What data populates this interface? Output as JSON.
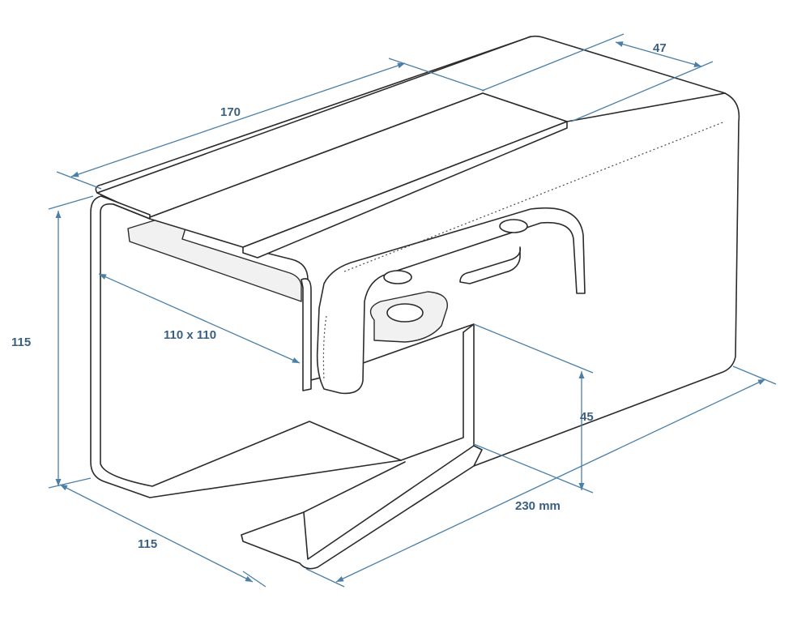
{
  "colors": {
    "dimension": "#4a7fa8",
    "dimension_text": "#3a5f80",
    "outline": "#2b2b2b",
    "background": "#ffffff"
  },
  "dimensions": {
    "length_top": "170",
    "width_top": "47",
    "height_left": "115",
    "inner_opening": "110 x 110",
    "slot_height": "45",
    "length_bottom": "230 mm",
    "depth_bottom": "115"
  }
}
